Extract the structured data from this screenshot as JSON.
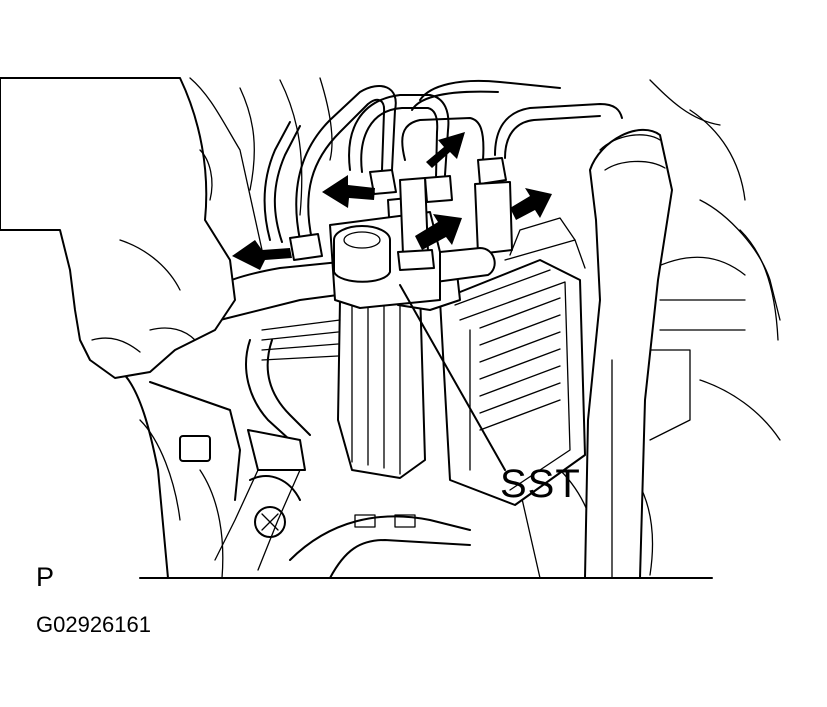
{
  "callout": {
    "tool_label": "SST"
  },
  "footer": {
    "view_code": "P",
    "figure_id": "G02926161"
  },
  "colors": {
    "ink": "#000000",
    "paper": "#ffffff"
  },
  "icons": {
    "pointer": "arrow-icon"
  }
}
